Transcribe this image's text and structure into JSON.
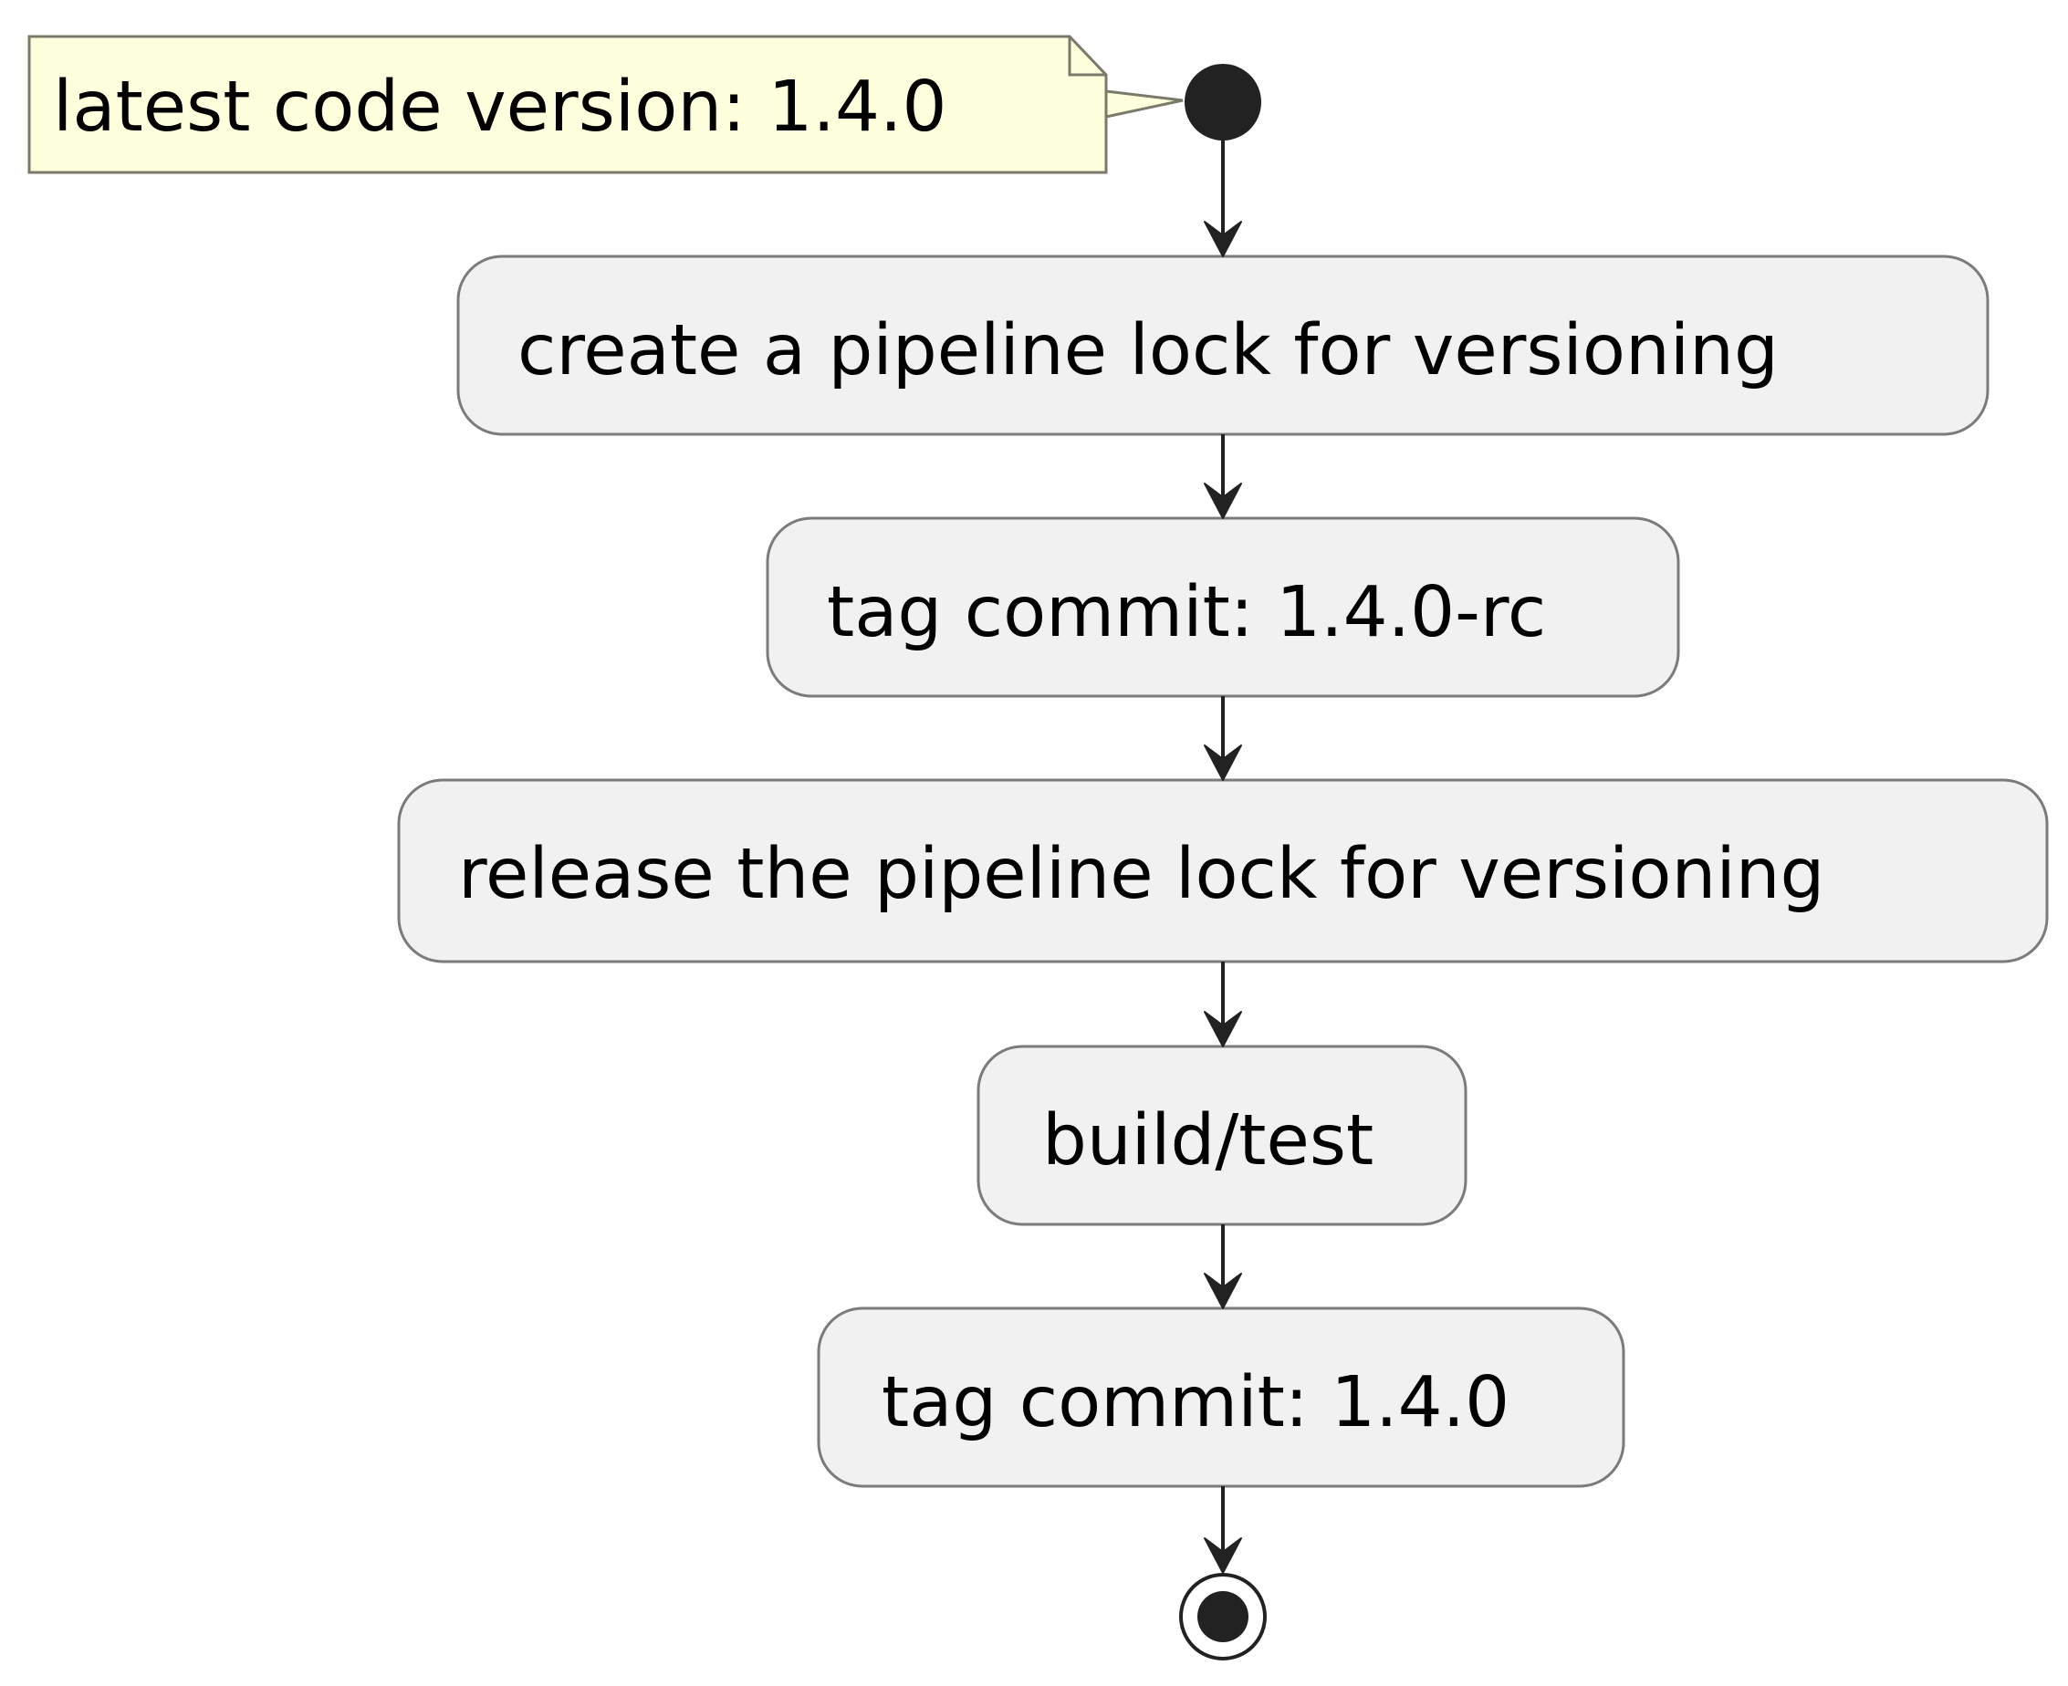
{
  "diagram": {
    "type": "activity",
    "note": {
      "text": "latest code version: 1.4.0",
      "attached_to": "start"
    },
    "steps": [
      {
        "label": "create a pipeline lock for versioning"
      },
      {
        "label": "tag commit: 1.4.0-rc"
      },
      {
        "label": "release the pipeline lock for versioning"
      },
      {
        "label": "build/test"
      },
      {
        "label": "tag commit: 1.4.0"
      }
    ],
    "colors": {
      "note_fill": "#FEFFDD",
      "note_border": "#7A7A6A",
      "action_fill": "#F1F1F1",
      "action_border": "#7B7B7B",
      "connector": "#222222",
      "start_node": "#222222"
    }
  }
}
